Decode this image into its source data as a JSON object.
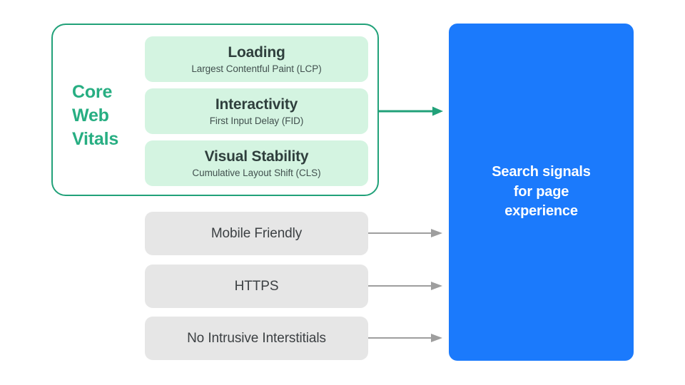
{
  "diagram": {
    "title_absent": true,
    "core_web_vitals": {
      "label_lines": [
        "Core",
        "Web",
        "Vitals"
      ],
      "label_color": "#27ae82",
      "border_color": "#21a179",
      "card_background": "#d4f4e1",
      "cards": [
        {
          "title": "Loading",
          "subtitle": "Largest Contentful Paint (LCP)"
        },
        {
          "title": "Interactivity",
          "subtitle": "First Input Delay (FID)"
        },
        {
          "title": "Visual Stability",
          "subtitle": "Cumulative Layout Shift (CLS)"
        }
      ]
    },
    "other_signals": {
      "background": "#e6e6e6",
      "text_color": "#3c4043",
      "items": [
        {
          "label": "Mobile Friendly"
        },
        {
          "label": "HTTPS"
        },
        {
          "label": "No Intrusive Interstitials"
        }
      ]
    },
    "outcome_panel": {
      "background": "#1b7afc",
      "text_color": "#ffffff",
      "lines": [
        "Search signals",
        "for page",
        "experience"
      ]
    },
    "arrows": [
      {
        "name": "core-web-vitals-arrow",
        "color": "#21a179"
      },
      {
        "name": "mobile-friendly-arrow",
        "color": "#9e9e9e"
      },
      {
        "name": "https-arrow",
        "color": "#9e9e9e"
      },
      {
        "name": "no-intrusive-interstitials-arrow",
        "color": "#9e9e9e"
      }
    ]
  }
}
